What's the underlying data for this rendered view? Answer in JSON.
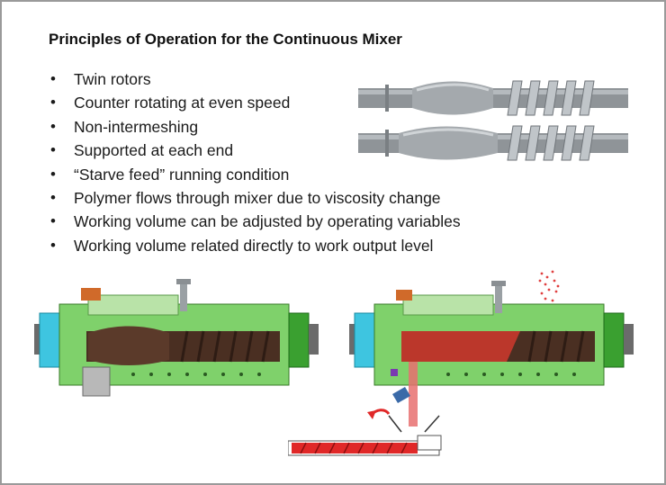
{
  "slide": {
    "title": "Principles of Operation for the Continuous Mixer",
    "bullets": [
      "Twin rotors",
      "Counter rotating at even speed",
      "Non-intermeshing",
      "Supported at each end",
      "“Starve feed” running condition",
      "Polymer flows through mixer due to viscosity change",
      "Working volume can be adjusted by operating variables",
      "Working volume related directly to work output level"
    ]
  },
  "figures": {
    "rotors": {
      "icon": "twin-rotors-illustration",
      "body_color": "#8f9498",
      "flight_color": "#b7bcc0"
    },
    "mixer_left": {
      "icon": "mixer-cross-section-empty",
      "housing_color": "#7fd16b",
      "rotor_color": "#4a2f22"
    },
    "mixer_right": {
      "icon": "mixer-cross-section-filled",
      "housing_color": "#7fd16b",
      "fill_color": "#c8382c"
    },
    "feed": {
      "icon": "feed-chute-arrow",
      "arrow_color": "#e02828"
    }
  }
}
